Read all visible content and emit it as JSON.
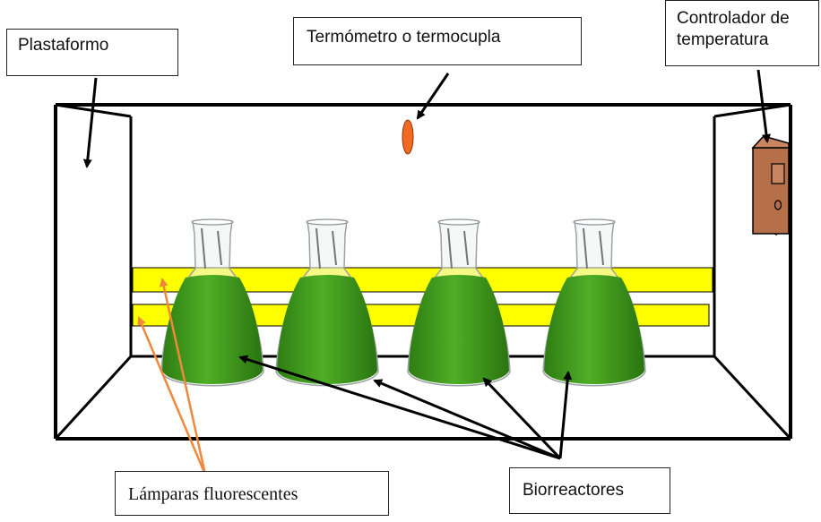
{
  "labels": {
    "plastaformo": "Plastaformo",
    "termometro": "Termómetro o termocupla",
    "controlador_line1": "Controlador de",
    "controlador_line2": "temperatura",
    "lamparas": "Lámparas fluorescentes",
    "biorreactores": "Biorreactores"
  },
  "colors": {
    "outline": "#000000",
    "lamp": "#ffff00",
    "culture": "#3f9a1c",
    "culture_dark": "#2e7d12",
    "thermometer": "#f26a22",
    "controller": "#b5704a",
    "lamp_arrow": "#f0883c"
  },
  "flask_count": 4
}
